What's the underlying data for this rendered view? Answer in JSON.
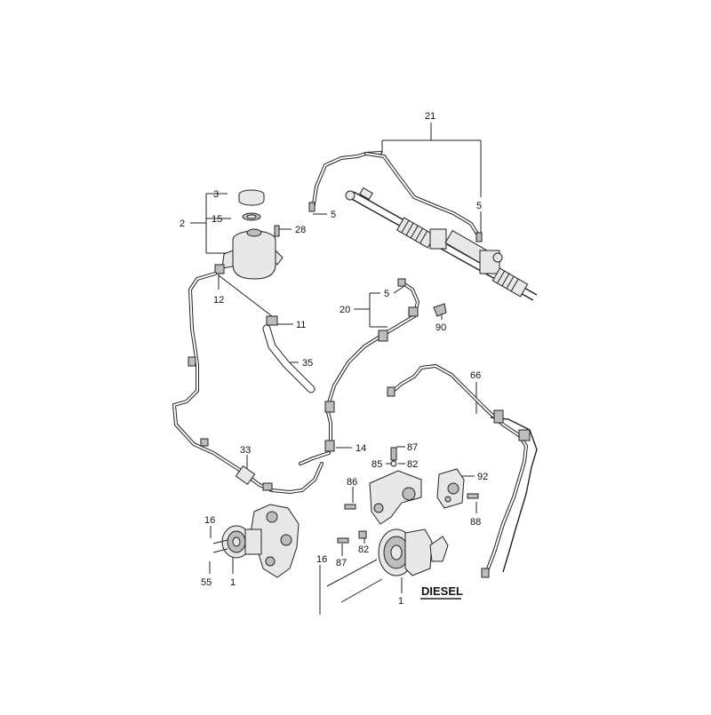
{
  "callouts": {
    "c21": "21",
    "c5a": "5",
    "c5b": "5",
    "c3": "3",
    "c2": "2",
    "c15": "15",
    "c28": "28",
    "c12": "12",
    "c11": "11",
    "c35": "35",
    "c5c": "5",
    "c20": "20",
    "c90": "90",
    "c66": "66",
    "c14": "14",
    "c87a": "87",
    "c85": "85",
    "c82a": "82",
    "c33": "33",
    "c92": "92",
    "c86": "86",
    "c88": "88",
    "c16a": "16",
    "c87b": "87",
    "c82b": "82",
    "c16b": "16",
    "c55": "55",
    "c1a": "1",
    "c1b": "1"
  },
  "variant_label": "DIESEL"
}
